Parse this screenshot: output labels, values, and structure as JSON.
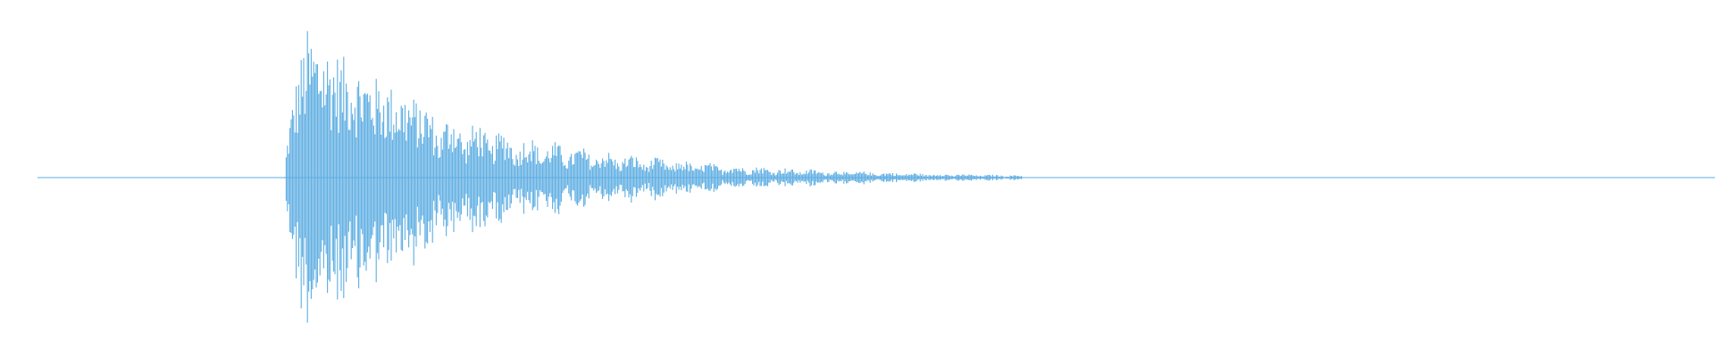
{
  "waveform": {
    "color": "#5dade2",
    "background": "#ffffff",
    "channels": 1,
    "onset_fraction": 0.14,
    "peak_amplitude": 0.93,
    "silence_after_fraction": 0.58
  }
}
